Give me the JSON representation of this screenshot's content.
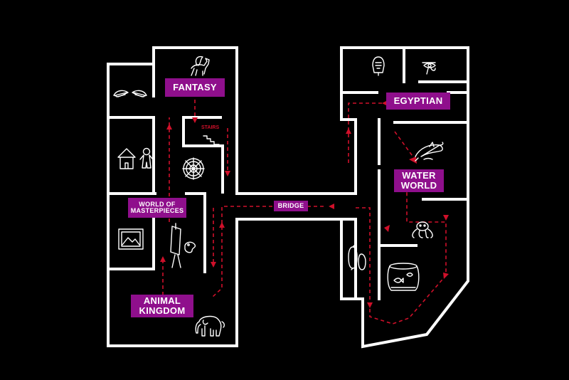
{
  "rooms": {
    "fantasy": "FANTASY",
    "egyptian": "EGYPTIAN",
    "water_world": "WATER\nWORLD",
    "world_of_masterpieces": "WORLD OF\nMASTERPIECES",
    "animal_kingdom": "ANIMAL\nKINGDOM",
    "bridge": "BRIDGE",
    "stairs": "STAIRS"
  },
  "icons": [
    "pegasus-icon",
    "wings-icon",
    "hut-icon",
    "gingerbread-man-icon",
    "spider-web-icon",
    "stairs-icon",
    "painting-icon",
    "easel-icon",
    "palette-icon",
    "elephant-icon",
    "pharaoh-icon",
    "eye-of-horus-icon",
    "dolphin-icon",
    "octopus-icon",
    "penguin-icon",
    "aquarium-icon"
  ],
  "colors": {
    "background": "#000000",
    "walls": "#ffffff",
    "route": "#d0102a",
    "label": "#8f0f8c"
  }
}
